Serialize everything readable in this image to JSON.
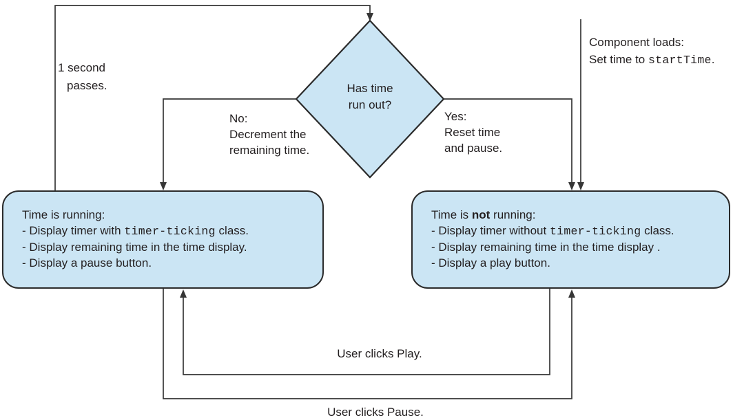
{
  "colors": {
    "shape_fill": "#cbe5f4",
    "shape_stroke": "#2b2b2b",
    "line_stroke": "#363636",
    "text": "#231f20"
  },
  "decision": {
    "line1": "Has time",
    "line2": "run out?"
  },
  "edges": {
    "tick": {
      "line1": "1 second",
      "line2": "passes."
    },
    "load": {
      "line1": "Component loads:",
      "line2_pre": "Set time to ",
      "line2_code": "startTime",
      "line2_post": "."
    },
    "no_branch": {
      "line1": "No:",
      "line2": "Decrement the",
      "line3": "remaining time."
    },
    "yes_branch": {
      "line1": "Yes:",
      "line2": "Reset time",
      "line3": "and pause."
    },
    "play": "User clicks Play.",
    "pause": "User clicks Pause."
  },
  "states": {
    "running": {
      "title": "Time is running:",
      "item1_pre": "- Display timer with ",
      "item1_code": "timer-ticking",
      "item1_post": " class.",
      "item2": "- Display remaining time in the time display.",
      "item3": "- Display a pause button."
    },
    "not_running": {
      "title_pre": "Time is ",
      "title_bold": "not",
      "title_post": " running:",
      "item1_pre": "- Display timer without ",
      "item1_code": "timer-ticking",
      "item1_post": " class.",
      "item2": "- Display remaining time in the time display .",
      "item3": "- Display a play button."
    }
  }
}
